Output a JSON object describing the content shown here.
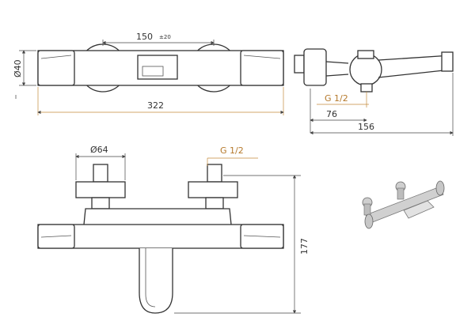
{
  "dimensions": {
    "spacing_value": "150",
    "spacing_tolerance": "±20",
    "diameter_body": "Ø40",
    "total_length": "322",
    "inlet_thread_side": "G 1/2",
    "depth_inlet": "76",
    "depth_total": "156",
    "diameter_flange": "Ø64",
    "inlet_thread_front": "G 1/2",
    "height": "177"
  },
  "colors": {
    "line": "#333333",
    "dimension_accent": "#c48a3a"
  }
}
